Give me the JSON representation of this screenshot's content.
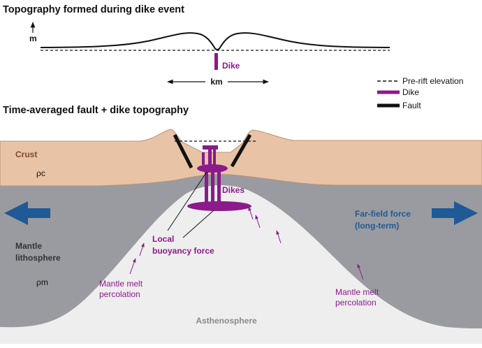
{
  "top_panel": {
    "title": "Topography formed during dike event",
    "y_axis_label": "m",
    "x_axis_label": "km",
    "dike_label": "Dike"
  },
  "legend": {
    "items": [
      {
        "label": "Pre-rift elevation",
        "style": "dashed",
        "color": "#111111"
      },
      {
        "label": "Dike",
        "style": "solid-thick",
        "color": "#8b1a8b"
      },
      {
        "label": "Fault",
        "style": "solid-thick",
        "color": "#111111"
      }
    ]
  },
  "bottom_panel": {
    "title": "Time-averaged fault + dike topography",
    "crust_label": "Crust",
    "crust_density": "ρc",
    "dikes_label": "Dikes",
    "local_force_label_line1": "Local",
    "local_force_label_line2": "buoyancy force",
    "far_field_line1": "Far-field force",
    "far_field_line2": "(long-term)",
    "mantle_line1": "Mantle",
    "mantle_line2": "lithosphere",
    "mantle_density": "ρm",
    "melt_left_line1": "Mantle melt",
    "melt_left_line2": "percolation",
    "melt_right_line1": "Mantle melt",
    "melt_right_line2": "percolation",
    "asthenosphere_label": "Asthenosphere"
  },
  "colors": {
    "crust": "#e8c3a6",
    "mantle": "#9a9ba0",
    "asthenosphere": "#eeeeee",
    "dike": "#8b1a8b",
    "arrow": "#1f5a96",
    "fault": "#111111"
  }
}
